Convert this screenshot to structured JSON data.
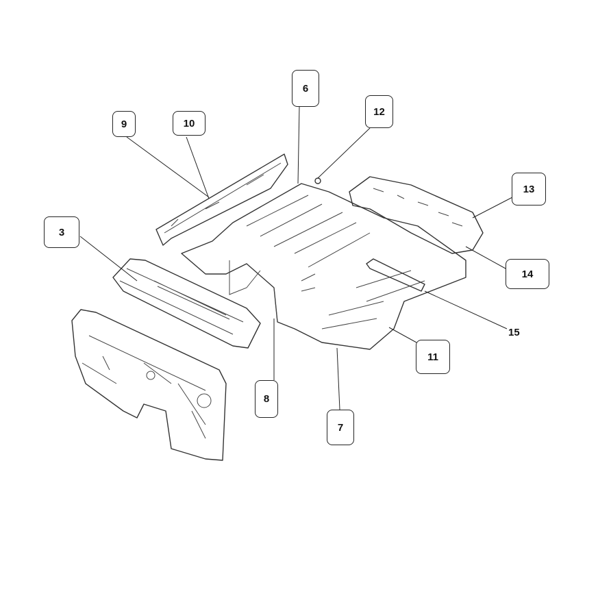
{
  "diagram": {
    "callouts": [
      {
        "id": "3",
        "label": "3"
      },
      {
        "id": "6",
        "label": "6"
      },
      {
        "id": "7",
        "label": "7"
      },
      {
        "id": "8",
        "label": "8"
      },
      {
        "id": "9",
        "label": "9"
      },
      {
        "id": "10",
        "label": "10"
      },
      {
        "id": "11",
        "label": "11"
      },
      {
        "id": "12",
        "label": "12"
      },
      {
        "id": "13",
        "label": "13"
      },
      {
        "id": "14",
        "label": "14"
      },
      {
        "id": "15",
        "label": "15"
      }
    ]
  }
}
